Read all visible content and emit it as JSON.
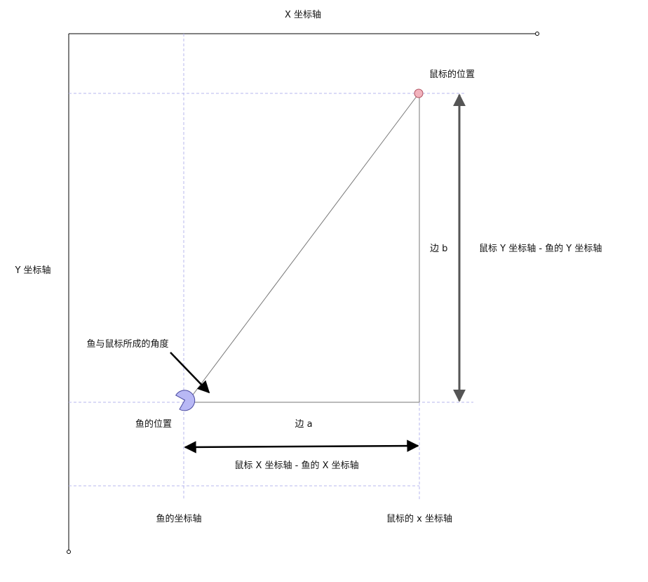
{
  "labels": {
    "x_axis": "X 坐标轴",
    "y_axis": "Y 坐标轴",
    "mouse_position": "鼠标的位置",
    "fish_position": "鱼的位置",
    "angle": "鱼与鼠标所成的角度",
    "side_a": "边 a",
    "side_b": "边 b",
    "dx_formula": "鼠标 X 坐标轴 - 鱼的 X 坐标轴",
    "dy_formula": "鼠标 Y 坐标轴 - 鱼的 Y 坐标轴",
    "fish_axis": "鱼的坐标轴",
    "mouse_x_axis": "鼠标的 x 坐标轴"
  },
  "colors": {
    "fish_fill": "#b8b8f5",
    "mouse_fill": "#f2b3bd",
    "guide": "#b7b7ee",
    "arrow": "#555555"
  }
}
